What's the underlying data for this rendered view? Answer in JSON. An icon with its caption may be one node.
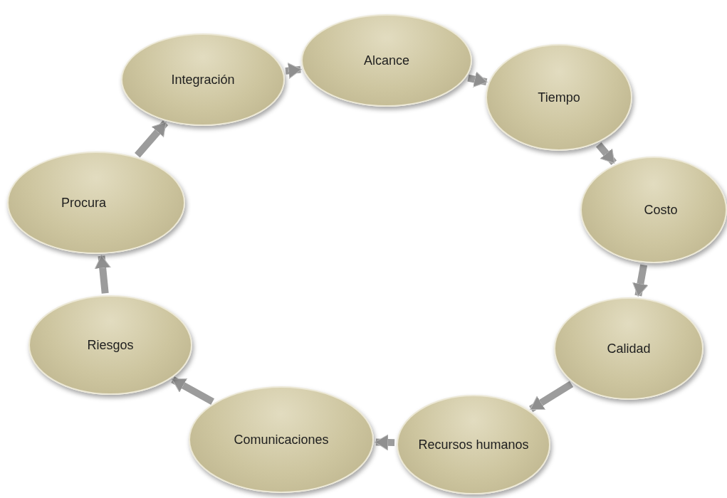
{
  "diagram": {
    "nodes": [
      {
        "text": [
          "Integración"
        ]
      },
      {
        "text": [
          "Alcance"
        ]
      },
      {
        "text": [
          "Tiempo"
        ]
      },
      {
        "text": [
          "Costo"
        ]
      },
      {
        "text": [
          "Calidad"
        ]
      },
      {
        "text": [
          "Recursos humanos"
        ]
      },
      {
        "text": [
          "Comunicaciones"
        ]
      },
      {
        "text": [
          "Riesgos"
        ]
      },
      {
        "text": [
          "Procura"
        ]
      }
    ],
    "edges": [
      {
        "from": 0,
        "to": 1,
        "arrow": "to"
      },
      {
        "from": 1,
        "to": 2,
        "arrow": "to"
      },
      {
        "from": 2,
        "to": 3,
        "arrow": "to"
      },
      {
        "from": 3,
        "to": 4,
        "arrow": "to"
      },
      {
        "from": 4,
        "to": 5,
        "arrow": "to"
      },
      {
        "from": 5,
        "to": 6,
        "arrow": "to"
      },
      {
        "from": 6,
        "to": 7,
        "arrow": "to"
      },
      {
        "from": 7,
        "to": 8,
        "arrow": "to"
      },
      {
        "from": 8,
        "to": 0,
        "arrow": "to"
      }
    ]
  }
}
